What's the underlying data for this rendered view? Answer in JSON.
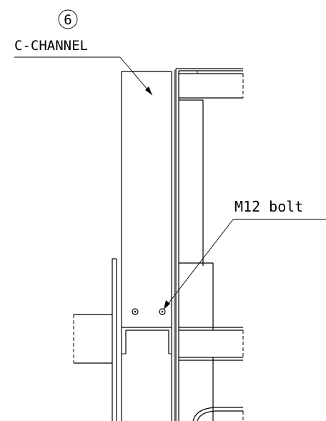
{
  "callout": {
    "number": "6",
    "text": "C-CHANNEL"
  },
  "bolt_label": "M12 bolt"
}
